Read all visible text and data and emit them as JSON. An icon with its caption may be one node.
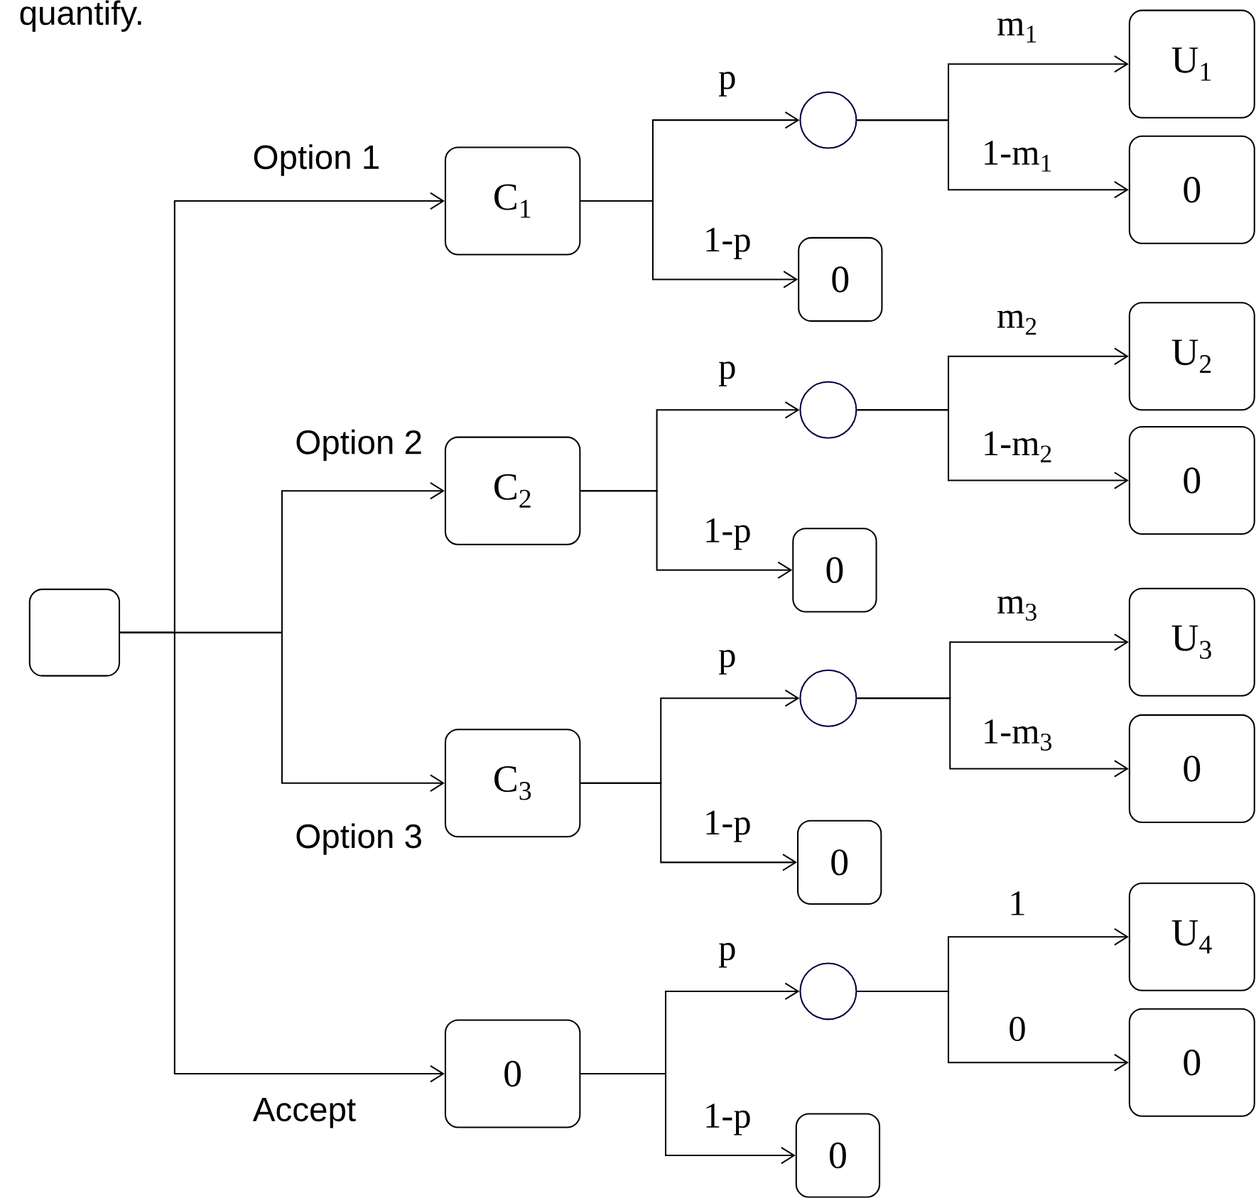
{
  "diagram": {
    "nodes": [
      {
        "text": [],
        "shape": "box"
      },
      {
        "text": [
          "C$_{1}$"
        ]
      },
      {
        "text": [],
        "shape": "circle"
      },
      {
        "text": [
          "U$_{1}$"
        ]
      },
      {
        "text": [
          "0"
        ]
      },
      {
        "text": [
          "0"
        ]
      },
      {
        "text": [
          "C$_{2}$"
        ]
      },
      {
        "text": [],
        "shape": "circle"
      },
      {
        "text": [
          "U$_{2}$"
        ]
      },
      {
        "text": [
          "0"
        ]
      },
      {
        "text": [
          "0"
        ]
      },
      {
        "text": [
          "C$_{3}$"
        ]
      },
      {
        "text": [],
        "shape": "circle"
      },
      {
        "text": [
          "U$_{3}$"
        ]
      },
      {
        "text": [
          "0"
        ]
      },
      {
        "text": [
          "0"
        ]
      },
      {
        "text": [
          "0"
        ]
      },
      {
        "text": [],
        "shape": "circle"
      },
      {
        "text": [
          "U$_{4}$"
        ]
      },
      {
        "text": [
          "0"
        ]
      },
      {
        "text": [
          "0"
        ]
      }
    ],
    "edges": [
      {
        "from": 0,
        "to": 1,
        "arrow": "to",
        "label": "Option 1"
      },
      {
        "from": 0,
        "to": 6,
        "arrow": "to",
        "label": "Option 2"
      },
      {
        "from": 0,
        "to": 11,
        "arrow": "to",
        "label": "Option 3"
      },
      {
        "from": 0,
        "to": 16,
        "arrow": "to",
        "label": "Accept"
      },
      {
        "from": 1,
        "to": 2,
        "arrow": "to",
        "label": "p"
      },
      {
        "from": 1,
        "to": 5,
        "arrow": "to",
        "label": "1-p"
      },
      {
        "from": 2,
        "to": 3,
        "arrow": "to",
        "label": "m$_{1}$"
      },
      {
        "from": 2,
        "to": 4,
        "arrow": "to",
        "label": "1-m$_{1}$"
      },
      {
        "from": 6,
        "to": 7,
        "arrow": "to",
        "label": "p"
      },
      {
        "from": 6,
        "to": 10,
        "arrow": "to",
        "label": "1-p"
      },
      {
        "from": 7,
        "to": 8,
        "arrow": "to",
        "label": "m$_{2}$"
      },
      {
        "from": 7,
        "to": 9,
        "arrow": "to",
        "label": "1-m$_{2}$"
      },
      {
        "from": 11,
        "to": 12,
        "arrow": "to",
        "label": "p"
      },
      {
        "from": 11,
        "to": 15,
        "arrow": "to",
        "label": "1-p"
      },
      {
        "from": 12,
        "to": 13,
        "arrow": "to",
        "label": "m$_{3}$"
      },
      {
        "from": 12,
        "to": 14,
        "arrow": "to",
        "label": "1-m$_{3}$"
      },
      {
        "from": 16,
        "to": 17,
        "arrow": "to",
        "label": "p"
      },
      {
        "from": 16,
        "to": 20,
        "arrow": "to",
        "label": "1-p"
      },
      {
        "from": 17,
        "to": 18,
        "arrow": "to",
        "label": "1"
      },
      {
        "from": 17,
        "to": 19,
        "arrow": "to",
        "label": "0"
      }
    ],
    "labels": [
      "quantify."
    ]
  }
}
